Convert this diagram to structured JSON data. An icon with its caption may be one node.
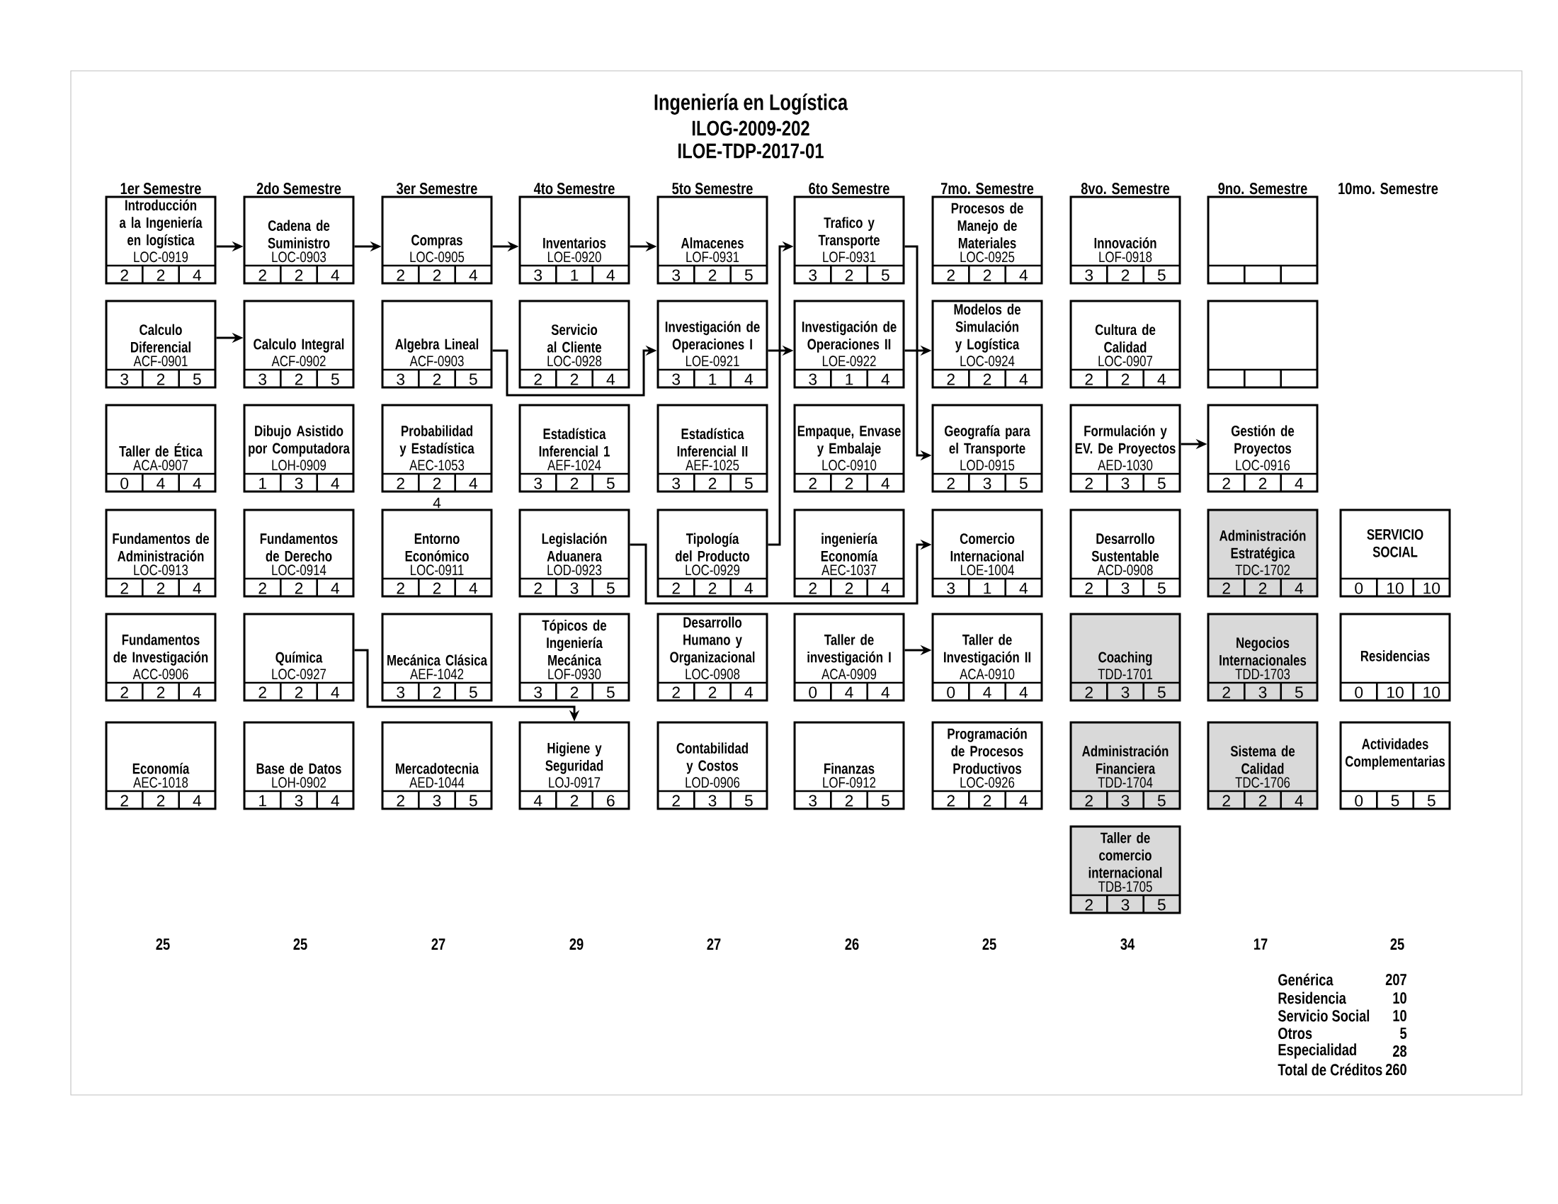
{
  "diagram": {
    "title": "Ingeniería en Logística",
    "nodes": [
      {
        "text": [
          "Introducción a la Ingeniería en logística",
          "LOC-0919",
          "2",
          "2",
          "4"
        ]
      },
      {
        "text": [
          "Calculo Diferencial",
          "ACF-0901",
          "3",
          "2",
          "5"
        ]
      },
      {
        "text": [
          "Taller de Ética",
          "ACA-0907",
          "0",
          "4",
          "4"
        ]
      },
      {
        "text": [
          "Fundamentos de Administración",
          "LOC-0913",
          "2",
          "2",
          "4"
        ]
      },
      {
        "text": [
          "Fundamentos de Investigación",
          "ACC-0906",
          "2",
          "2",
          "4"
        ]
      },
      {
        "text": [
          "Economía",
          "AEC-1018",
          "2",
          "2",
          "4"
        ]
      },
      {
        "text": [
          "Cadena de Suministro",
          "LOC-0903",
          "2",
          "2",
          "4"
        ]
      },
      {
        "text": [
          "Calculo Integral",
          "ACF-0902",
          "3",
          "2",
          "5"
        ]
      },
      {
        "text": [
          "Dibujo Asistido por Computadora",
          "LOH-0909",
          "1",
          "3",
          "4"
        ]
      },
      {
        "text": [
          "Fundamentos de Derecho",
          "LOC-0914",
          "2",
          "2",
          "4"
        ]
      },
      {
        "text": [
          "Química",
          "LOC-0927",
          "2",
          "2",
          "4"
        ]
      },
      {
        "text": [
          "Base de Datos",
          "LOH-0902",
          "1",
          "3",
          "4"
        ]
      },
      {
        "text": [
          "Compras",
          "LOC-0905",
          "2",
          "2",
          "4"
        ]
      },
      {
        "text": [
          "Algebra Lineal",
          "ACF-0903",
          "3",
          "2",
          "5"
        ]
      },
      {
        "text": [
          "Probabilidad y Estadística",
          "AEC-1053",
          "2",
          "2",
          "4"
        ]
      },
      {
        "text": [
          "Entorno Económico",
          "LOC-0911",
          "2",
          "2",
          "4"
        ]
      },
      {
        "text": [
          "Mecánica Clásica",
          "AEF-1042",
          "3",
          "2",
          "5"
        ]
      },
      {
        "text": [
          "Mercadotecnia",
          "AED-1044",
          "2",
          "3",
          "5"
        ]
      },
      {
        "text": [
          "Inventarios",
          "LOE-0920",
          "3",
          "1",
          "4"
        ]
      },
      {
        "text": [
          "Servicio al Cliente",
          "LOC-0928",
          "2",
          "2",
          "4"
        ]
      },
      {
        "text": [
          "Estadística Inferencial 1",
          "AEF-1024",
          "3",
          "2",
          "5"
        ]
      },
      {
        "text": [
          "Legislación Aduanera",
          "LOD-0923",
          "2",
          "3",
          "5"
        ]
      },
      {
        "text": [
          "Tópicos de Ingeniería Mecánica",
          "LOF-0930",
          "3",
          "2",
          "5"
        ]
      },
      {
        "text": [
          "Higiene y Seguridad",
          "LOJ-0917",
          "4",
          "2",
          "6"
        ]
      },
      {
        "text": [
          "Almacenes",
          "LOF-0931",
          "3",
          "2",
          "5"
        ]
      },
      {
        "text": [
          "Investigación de Operaciones I",
          "LOE-0921",
          "3",
          "1",
          "4"
        ]
      },
      {
        "text": [
          "Estadística Inferencial II",
          "AEF-1025",
          "3",
          "2",
          "5"
        ]
      },
      {
        "text": [
          "Tipología del Producto",
          "LOC-0929",
          "2",
          "2",
          "4"
        ]
      },
      {
        "text": [
          "Desarrollo Humano y Organizacional",
          "LOC-0908",
          "2",
          "2",
          "4"
        ]
      },
      {
        "text": [
          "Contabilidad y Costos",
          "LOD-0906",
          "2",
          "3",
          "5"
        ]
      },
      {
        "text": [
          "Trafico y Transporte",
          "LOF-0931",
          "3",
          "2",
          "5"
        ]
      },
      {
        "text": [
          "Investigación de Operaciones II",
          "LOE-0922",
          "3",
          "1",
          "4"
        ]
      },
      {
        "text": [
          "Empaque, Envase y Embalaje",
          "LOC-0910",
          "2",
          "2",
          "4"
        ]
      },
      {
        "text": [
          "ingeniería Economía",
          "AEC-1037",
          "2",
          "2",
          "4"
        ]
      },
      {
        "text": [
          "Taller de investigación I",
          "ACA-0909",
          "0",
          "4",
          "4"
        ]
      },
      {
        "text": [
          "Finanzas",
          "LOF-0912",
          "3",
          "2",
          "5"
        ]
      },
      {
        "text": [
          "Procesos de Manejo de Materiales",
          "LOC-0925",
          "2",
          "2",
          "4"
        ]
      },
      {
        "text": [
          "Modelos de Simulación y Logística",
          "LOC-0924",
          "2",
          "2",
          "4"
        ]
      },
      {
        "text": [
          "Geografía para el Transporte",
          "LOD-0915",
          "2",
          "3",
          "5"
        ]
      },
      {
        "text": [
          "Comercio Internacional",
          "LOE-1004",
          "3",
          "1",
          "4"
        ]
      },
      {
        "text": [
          "Taller de Investigación II",
          "ACA-0910",
          "0",
          "4",
          "4"
        ]
      },
      {
        "text": [
          "Programación de Procesos Productivos",
          "LOC-0926",
          "2",
          "2",
          "4"
        ]
      },
      {
        "text": [
          "Innovación",
          "LOF-0918",
          "3",
          "2",
          "5"
        ]
      },
      {
        "text": [
          "Cultura de Calidad",
          "LOC-0907",
          "2",
          "2",
          "4"
        ]
      },
      {
        "text": [
          "Formulación y EV. De Proyectos",
          "AED-1030",
          "2",
          "3",
          "5"
        ]
      },
      {
        "text": [
          "Desarrollo Sustentable",
          "ACD-0908",
          "2",
          "3",
          "5"
        ]
      },
      {
        "text": [
          "Coaching",
          "TDD-1701",
          "2",
          "3",
          "5"
        ]
      },
      {
        "text": [
          "Administración Financiera",
          "TDD-1704",
          "2",
          "3",
          "5"
        ]
      },
      {
        "text": [
          "Taller de comercio internacional",
          "TDB-1705",
          "2",
          "3",
          "5"
        ]
      },
      {
        "text": [],
        "shape": "box"
      },
      {
        "text": [],
        "shape": "box"
      },
      {
        "text": [
          "Gestión de Proyectos",
          "LOC-0916",
          "2",
          "2",
          "4"
        ]
      },
      {
        "text": [
          "Administración Estratégica",
          "TDC-1702",
          "2",
          "2",
          "4"
        ]
      },
      {
        "text": [
          "Negocios Internacionales",
          "TDD-1703",
          "2",
          "3",
          "5"
        ]
      },
      {
        "text": [
          "Sistema de Calidad",
          "TDC-1706",
          "2",
          "2",
          "4"
        ]
      },
      {
        "text": [
          "SERVICIO SOCIAL",
          "0",
          "10",
          "10"
        ]
      },
      {
        "text": [
          "Residencias",
          "0",
          "10",
          "10"
        ]
      },
      {
        "text": [
          "Actividades Complementarias",
          "0",
          "5",
          "5"
        ]
      }
    ],
    "edges": [
      {
        "from": 0,
        "to": 6,
        "arrow": "to"
      },
      {
        "from": 6,
        "to": 12,
        "arrow": "to"
      },
      {
        "from": 12,
        "to": 18,
        "arrow": "to"
      },
      {
        "from": 18,
        "to": 24,
        "arrow": "to"
      },
      {
        "from": 1,
        "to": 7,
        "arrow": "to"
      },
      {
        "from": 13,
        "to": 25,
        "arrow": "to"
      },
      {
        "from": 25,
        "to": 31,
        "arrow": "to"
      },
      {
        "from": 27,
        "to": 30,
        "arrow": "to"
      },
      {
        "from": 30,
        "to": 38,
        "arrow": "to"
      },
      {
        "from": 31,
        "to": 37,
        "arrow": "to"
      },
      {
        "from": 21,
        "to": 39,
        "arrow": "to"
      },
      {
        "from": 34,
        "to": 40,
        "arrow": "to"
      },
      {
        "from": 44,
        "to": 51,
        "arrow": "to"
      },
      {
        "from": 10,
        "to": 23,
        "arrow": "to"
      }
    ],
    "labels": [
      "ILOG-2009-202",
      "ILOE-TDP-2017-01",
      "1er Semestre",
      "2do Semestre",
      "3er Semestre",
      "4to Semestre",
      "5to Semestre",
      "6to Semestre",
      "7mo. Semestre",
      "8vo. Semestre",
      "9no. Semestre",
      "10mo. Semestre",
      "4",
      "25",
      "25",
      "27",
      "29",
      "27",
      "26",
      "25",
      "34",
      "17",
      "25",
      "Genérica",
      "207",
      "Residencia",
      "10",
      "Servicio Social",
      "10",
      "Otros",
      "5",
      "Especialidad",
      "28",
      "Total de Créditos",
      "260"
    ]
  }
}
